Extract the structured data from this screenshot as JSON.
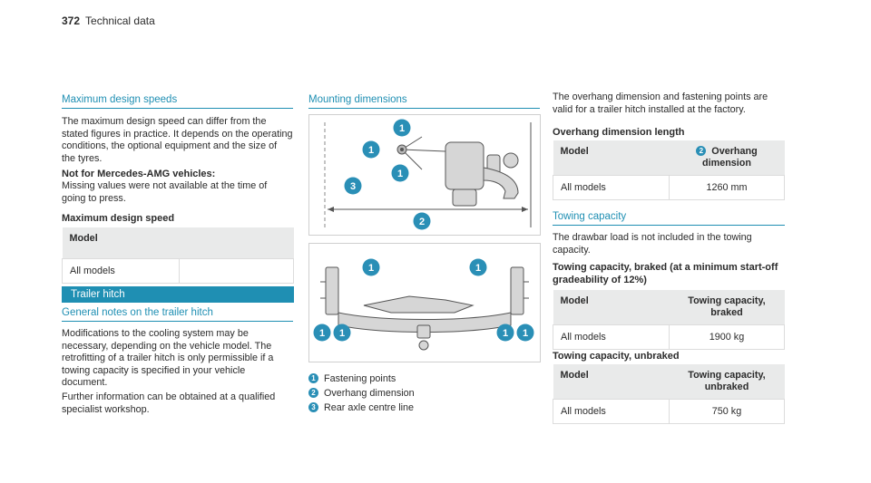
{
  "page": {
    "number": "372",
    "section": "Technical data"
  },
  "col1": {
    "heading": "Maximum design speeds",
    "intro": "The maximum design speed can differ from the stated figures in practice. It depends on the operating conditions, the optional equipment and the size of the tyres.",
    "note_title": "Not for Mercedes-AMG vehicles:",
    "note_text": "Missing values were not available at the time of going to press.",
    "table_title": "Maximum design speed",
    "table": {
      "header": "Model",
      "row_label": "All models",
      "row_value": ""
    },
    "band": "Trailer hitch",
    "general_heading": "General notes on the trailer hitch",
    "general_p1": "Modifications to the cooling system may be necessary, depending on the vehicle model. The retrofitting of a trailer hitch is only permissible if a towing capacity is specified in your vehicle document.",
    "general_p2": "Further information can be obtained at a qualified specialist workshop."
  },
  "col2": {
    "heading": "Mounting dimensions",
    "callouts": {
      "one": "1",
      "two": "2",
      "three": "3"
    },
    "legend": [
      {
        "num": "1",
        "text": "Fastening points"
      },
      {
        "num": "2",
        "text": "Overhang dimension"
      },
      {
        "num": "3",
        "text": "Rear axle centre line"
      }
    ]
  },
  "col3": {
    "intro": "The overhang dimension and fastening points are valid for a trailer hitch installed at the factory.",
    "overhang_title": "Overhang dimension length",
    "overhang_table": {
      "h1": "Model",
      "h2_num": "2",
      "h2": "Overhang dimension",
      "r1": "All models",
      "r2": "1260 mm"
    },
    "towing_heading": "Towing capacity",
    "towing_intro": "The drawbar load is not included in the towing capacity.",
    "braked_title": "Towing capacity, braked (at a minimum start-off gradeability of 12%)",
    "braked_table": {
      "h1": "Model",
      "h2": "Towing capacity, braked",
      "r1": "All models",
      "r2": "1900 kg"
    },
    "unbraked_title": "Towing capacity, unbraked",
    "unbraked_table": {
      "h1": "Model",
      "h2": "Towing capacity, unbraked",
      "r1": "All models",
      "r2": "750 kg"
    }
  },
  "colors": {
    "accent": "#1f8fb3",
    "header_bg": "#e9eaea"
  }
}
